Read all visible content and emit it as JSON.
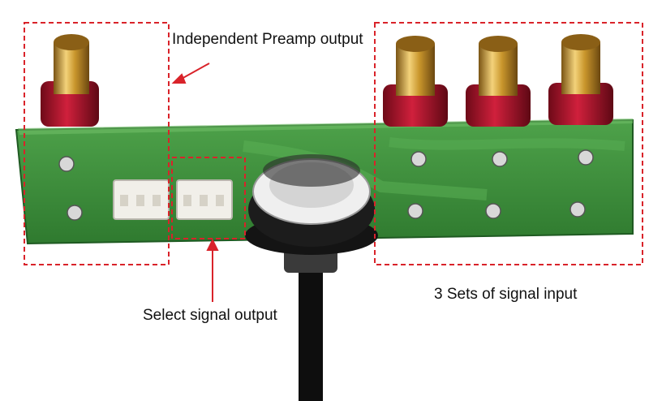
{
  "annotations": {
    "preamp_output": "Independent Preamp output",
    "select_output": "Select signal output",
    "signal_input": "3 Sets of signal input"
  },
  "colors": {
    "pcb_green": "#3f8f3c",
    "gold": "#c9962c",
    "red_washer": "#b0122a",
    "annotation_red": "#d9232a",
    "connector_white": "#f1efe9",
    "knob_black": "#141414"
  }
}
